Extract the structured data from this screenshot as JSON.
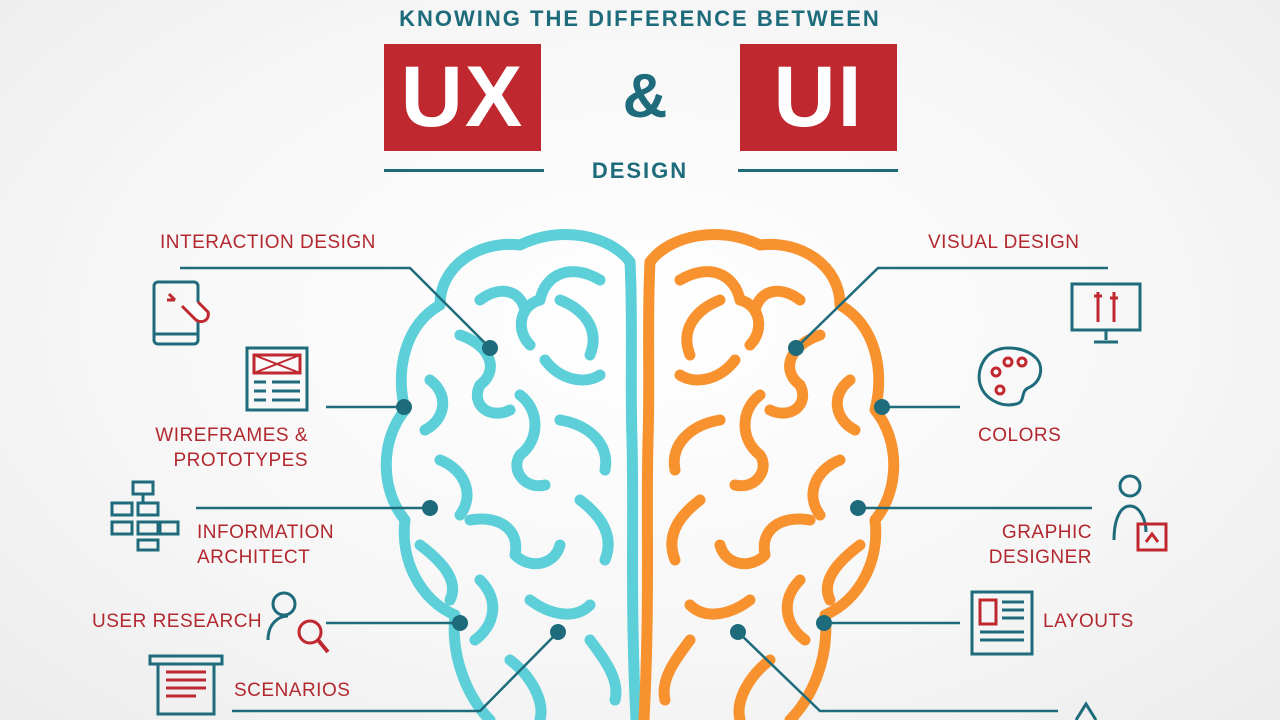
{
  "header": {
    "kicker": "KNOWING THE DIFFERENCE BETWEEN",
    "ux": "UX",
    "amp": "&",
    "ui": "UI",
    "design": "DESIGN"
  },
  "left_labels": {
    "interaction": "INTERACTION DESIGN",
    "wireframes_1": "WIREFRAMES &",
    "wireframes_2": "PROTOTYPES",
    "info_1": "INFORMATION",
    "info_2": "ARCHITECT",
    "research": "USER RESEARCH",
    "scenarios": "SCENARIOS"
  },
  "right_labels": {
    "visual": "VISUAL DESIGN",
    "colors": "COLORS",
    "graphic_1": "GRAPHIC",
    "graphic_2": "DESIGNER",
    "layouts": "LAYOUTS"
  },
  "colors": {
    "teal_dark": "#1e6b7b",
    "red": "#c0282f",
    "brain_left": "#5ccfd9",
    "brain_right": "#f7922f"
  },
  "icons": {
    "left": [
      "tablet-touch-icon",
      "wireframe-icon",
      "sitemap-icon",
      "user-search-icon",
      "scroll-document-icon"
    ],
    "right": [
      "monitor-tools-icon",
      "palette-icon",
      "designer-icon",
      "layout-icon"
    ]
  }
}
